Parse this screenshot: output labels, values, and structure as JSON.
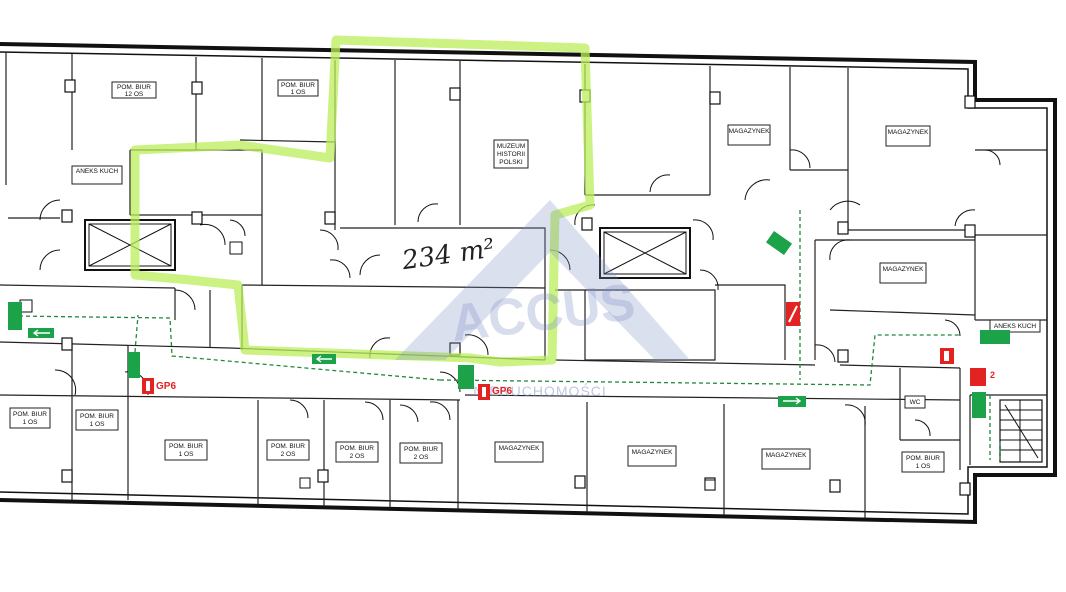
{
  "rooms": {
    "pom_biur_12": {
      "line1": "POM. BIUR",
      "line2": "12 OS"
    },
    "pom_biur_1_top": {
      "line1": "POM. BIUR",
      "line2": "1 OS"
    },
    "aneks_kuch_left": {
      "line1": "ANEKS KUCH"
    },
    "muzeum": {
      "line1": "MUZEUM",
      "line2": "HISTORII",
      "line3": "POLSKI"
    },
    "magazynek_top1": {
      "line1": "MAGAZYNEK"
    },
    "magazynek_top2": {
      "line1": "MAGAZYNEK"
    },
    "magazynek_right": {
      "line1": "MAGAZYNEK"
    },
    "aneks_kuch_right": {
      "line1": "ANEKS KUCH"
    },
    "wc": {
      "line1": "WC"
    },
    "pom_biur_b1": {
      "line1": "POM. BIUR",
      "line2": "1 OS"
    },
    "pom_biur_b2": {
      "line1": "POM. BIUR",
      "line2": "1 OS"
    },
    "pom_biur_b3": {
      "line1": "POM. BIUR",
      "line2": "1 OS"
    },
    "pom_biur_b4": {
      "line1": "POM. BIUR",
      "line2": "2 OS"
    },
    "pom_biur_b5": {
      "line1": "POM. BIUR",
      "line2": "2 OS"
    },
    "pom_biur_b6": {
      "line1": "POM. BIUR",
      "line2": "2 OS"
    },
    "magazynek_b1": {
      "line1": "MAGAZYNEK"
    },
    "magazynek_b2": {
      "line1": "MAGAZYNEK"
    },
    "magazynek_b3": {
      "line1": "MAGAZYNEK"
    },
    "pom_biur_b7": {
      "line1": "POM. BIUR",
      "line2": "1 OS"
    }
  },
  "annotations": {
    "area_handwritten": "234 m²",
    "gp6_left": "GP6",
    "gp6_mid": "GP6",
    "gp2": "2"
  },
  "watermark": {
    "word": "ACCUS",
    "sub": "NIERUCHOMOŚCI"
  },
  "colors": {
    "highlight": "#b9ee5a",
    "evac_green": "#1ca34a",
    "fire_red": "#e32222",
    "watermark": "#7d8fc6"
  },
  "icons": [
    "elevator-shaft-icon",
    "stairs-icon",
    "exit-arrow-icon",
    "fire-extinguisher-icon",
    "fire-hose-icon",
    "first-aid-icon"
  ]
}
